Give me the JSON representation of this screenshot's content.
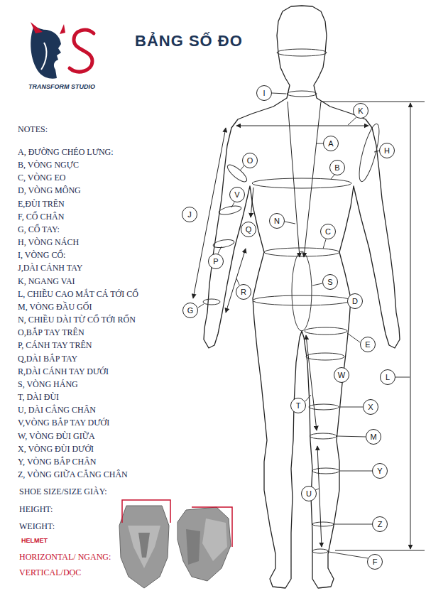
{
  "diagram": {
    "title": "BẢNG SỐ ĐO",
    "nodes": [
      {
        "text": [
          "I"
        ]
      },
      {
        "text": [
          "K"
        ]
      },
      {
        "text": [
          "A"
        ]
      },
      {
        "text": [
          "H"
        ]
      },
      {
        "text": [
          "O"
        ]
      },
      {
        "text": [
          "B"
        ]
      },
      {
        "text": [
          "V"
        ]
      },
      {
        "text": [
          "J"
        ]
      },
      {
        "text": [
          "N"
        ]
      },
      {
        "text": [
          "Q"
        ]
      },
      {
        "text": [
          "C"
        ]
      },
      {
        "text": [
          "P"
        ]
      },
      {
        "text": [
          "S"
        ]
      },
      {
        "text": [
          "R"
        ]
      },
      {
        "text": [
          "D"
        ]
      },
      {
        "text": [
          "G"
        ]
      },
      {
        "text": [
          "E"
        ]
      },
      {
        "text": [
          "W"
        ]
      },
      {
        "text": [
          "L"
        ]
      },
      {
        "text": [
          "T"
        ]
      },
      {
        "text": [
          "X"
        ]
      },
      {
        "text": [
          "M"
        ]
      },
      {
        "text": [
          "Y"
        ]
      },
      {
        "text": [
          "U"
        ]
      },
      {
        "text": [
          "Z"
        ]
      },
      {
        "text": [
          "F"
        ]
      }
    ],
    "labels": [
      "TRANSFORM STUDIO",
      "NOTES:",
      "A, ĐƯỜNG CHÉO LƯNG:",
      "B, VÒNG NGỰC",
      "C, VÒNG EO",
      "D, VÒNG MÔNG",
      "E,ĐÙI TRÊN",
      "F, CỔ CHÂN",
      "G, CỔ TAY:",
      "H, VÒNG NÁCH",
      "I, VÒNG CỔ:",
      "J,DÀI CÁNH TAY",
      "K, NGANG VAI",
      "L, CHIỀU CAO MẮT CÁ TỚI CỔ",
      "M, VÒNG ĐẦU GỐI",
      "N, CHIỀU DÀI TỪ CỔ TỚI RỐN",
      "O,BẮP TAY TRÊN",
      "P, CÁNH TAY TRÊN",
      "Q,DÀI BẮP TAY",
      "R,DÀI CÁNH TAY DƯỚI",
      "S, VÒNG HÁNG",
      "T, DÀI ĐÙI",
      "U, DÀI CẲNG CHÂN",
      "V,VÒNG BẮP TAY DƯỚI",
      "W, VÒNG ĐÙI GIỮA",
      "X, VÒNG ĐÙI DƯỚI",
      "Y, VÒNG BẮP CHÂN",
      "Z, VÒNG GIỮA CẲNG CHÂN",
      "SHOE SIZE/SIZE GIÀY:",
      "HEIGHT:",
      "WEIGHT:",
      "HELMET",
      "HORIZONTAL/ NGANG:",
      "VERTICAL/DỌC"
    ]
  }
}
